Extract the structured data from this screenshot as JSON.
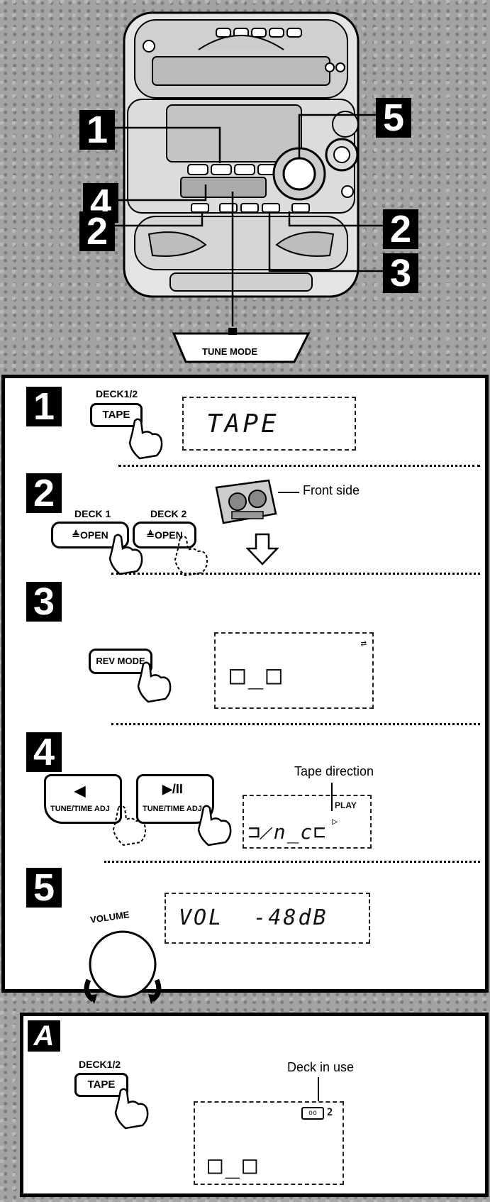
{
  "overview": {
    "callouts": [
      "1",
      "2",
      "2",
      "3",
      "4",
      "5"
    ],
    "tune_mode_label": "TUNE MODE"
  },
  "steps": [
    {
      "number": "1",
      "button_top": "DECK1/2",
      "button": "TAPE",
      "display": "TAPE"
    },
    {
      "number": "2",
      "deck1_label": "DECK 1",
      "deck1_button": "≜OPEN",
      "deck2_label": "DECK 2",
      "deck2_button": "≜OPEN",
      "cassette_label": "Front side"
    },
    {
      "number": "3",
      "button": "REV MODE",
      "display": "□_□",
      "display_indicator": "⇄"
    },
    {
      "number": "4",
      "button_left": "◀",
      "button_left_sub": "TUNE/TIME ADJ",
      "button_right": "▶/II",
      "button_right_sub": "TUNE/TIME ADJ",
      "tape_direction_label": "Tape direction",
      "play_label": "PLAY",
      "display": "⊐̷n_c⊏"
    },
    {
      "number": "5",
      "knob_label": "VOLUME",
      "display": "VOL  -48dB"
    }
  ],
  "section_a": {
    "letter": "A",
    "button_top": "DECK1/2",
    "button": "TAPE",
    "deck_label": "Deck in use",
    "deck_number": "2",
    "display": "□_□"
  }
}
